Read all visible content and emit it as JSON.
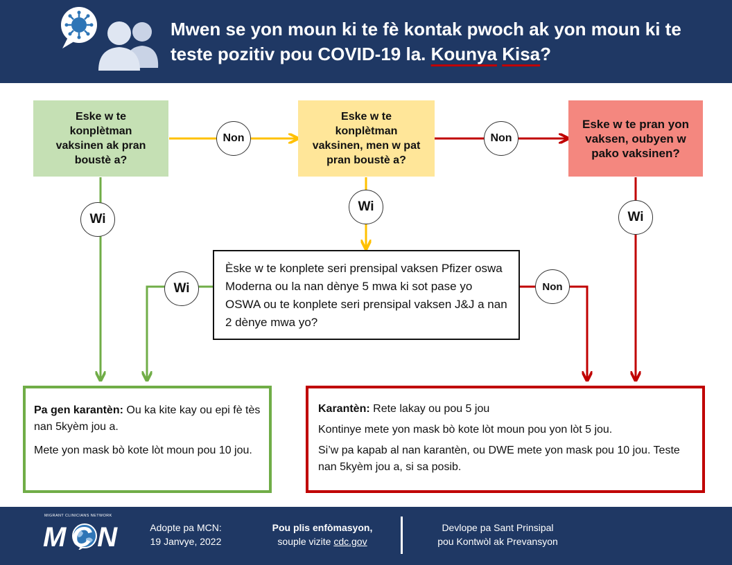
{
  "header": {
    "title_part1": "Mwen se yon moun ki te fè kontak pwoch ak yon moun ki te teste pozitiv pou COVID-19 la. ",
    "title_underline1": "Kounya",
    "title_space": " ",
    "title_underline2": "Kisa",
    "title_end": "?"
  },
  "questions": {
    "q1": "Eske w te konplètman vaksinen ak pran boustè a?",
    "q2": "Eske w te konplètman vaksinen, men w pat pran boustè a?",
    "q3": "Eske w te pran yon vaksen, oubyen w pako vaksinen?",
    "q4": "Èske w te konplete seri prensipal vaksen Pfizer oswa Moderna ou la nan dènye 5 mwa ki sot pase yo OSWA ou te konplete seri prensipal vaksen J&J a nan 2 dènye mwa yo?"
  },
  "answers": {
    "no1": "Non",
    "no2": "Non",
    "no3": "Non",
    "yes1": "Wi",
    "yes2": "Wi",
    "yes3": "Wi",
    "yes4": "Wi"
  },
  "outcomes": {
    "noquar_heading": "Pa gen karantèn:",
    "noquar_line1": " Ou ka kite kay ou epi fè tès nan 5kyèm jou a.",
    "noquar_line2": "Mete yon mask bò kote lòt moun pou 10 jou.",
    "quar_heading": "Karantèn:",
    "quar_line1": " Rete lakay ou pou 5 jou",
    "quar_line2": "Kontinye mete yon mask bò kote lòt moun pou yon lòt 5 jou.",
    "quar_line3": "Si’w pa kapab al nan karantèn, ou DWE mete yon mask pou 10 jou. Teste nan 5kyèm jou a, si sa posib."
  },
  "footer": {
    "logo_small": "MIGRANT CLINICIANS NETWORK",
    "logo_big": "MCN",
    "adopted_line1": "Adopte pa MCN:",
    "adopted_line2": "19 Janvye, 2022",
    "info_line1": "Pou plis enfòmasyon,",
    "info_line2_prefix": "souple vizite ",
    "info_link": "cdc.gov",
    "dev_line1": "Devlope pa Sant Prinsipal",
    "dev_line2": "pou Kontwòl ak Prevansyon"
  },
  "colors": {
    "navy": "#1f3864",
    "green": "#70ad47",
    "green_fill": "#c5e0b4",
    "yellow": "#ffc000",
    "yellow_fill": "#ffe699",
    "red": "#c00000",
    "red_fill": "#f4877f"
  },
  "icons": {
    "header_icon": "people-chat-virus-icon"
  }
}
